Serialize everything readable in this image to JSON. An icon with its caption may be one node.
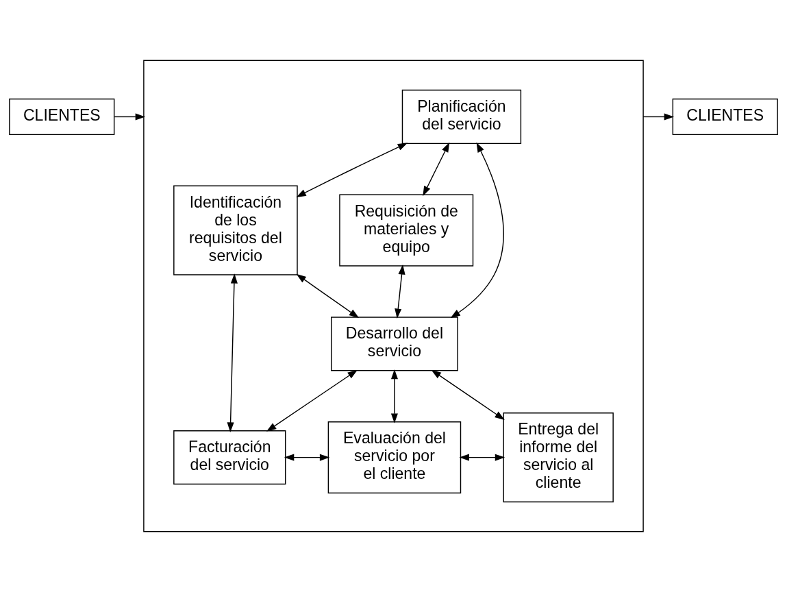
{
  "diagram": {
    "nodes": [
      {
        "text": [
          "CLIENTES"
        ]
      },
      {
        "text": [],
        "shape": "box"
      },
      {
        "text": [
          "Planificación del servicio"
        ],
        "in": 1
      },
      {
        "text": [
          "Identificación de los requisitos del servicio"
        ],
        "in": 1
      },
      {
        "text": [
          "Requisición de materiales y equipo"
        ],
        "in": 1
      },
      {
        "text": [
          "Desarrollo del servicio"
        ],
        "in": 1
      },
      {
        "text": [
          "Facturación del servicio"
        ],
        "in": 1
      },
      {
        "text": [
          "Evaluación del servicio por el cliente"
        ],
        "in": 1
      },
      {
        "text": [
          "Entrega del informe del servicio al cliente"
        ],
        "in": 1
      },
      {
        "text": [
          "CLIENTES"
        ]
      }
    ],
    "edges": [
      {
        "from": 0,
        "to": 1,
        "arrow": "to"
      },
      {
        "from": 1,
        "to": 9,
        "arrow": "to"
      },
      {
        "from": 3,
        "to": 2,
        "arrow": "both"
      },
      {
        "from": 2,
        "to": 4,
        "arrow": "both"
      },
      {
        "from": 2,
        "to": 5,
        "arrow": "both"
      },
      {
        "from": 5,
        "to": 4,
        "arrow": "both"
      },
      {
        "from": 3,
        "to": 5,
        "arrow": "both"
      },
      {
        "from": 3,
        "to": 6,
        "arrow": "both"
      },
      {
        "from": 5,
        "to": 6,
        "arrow": "both"
      },
      {
        "from": 5,
        "to": 7,
        "arrow": "both"
      },
      {
        "from": 5,
        "to": 8,
        "arrow": "both"
      },
      {
        "from": 6,
        "to": 7,
        "arrow": "both"
      },
      {
        "from": 7,
        "to": 8,
        "arrow": "both"
      }
    ]
  }
}
